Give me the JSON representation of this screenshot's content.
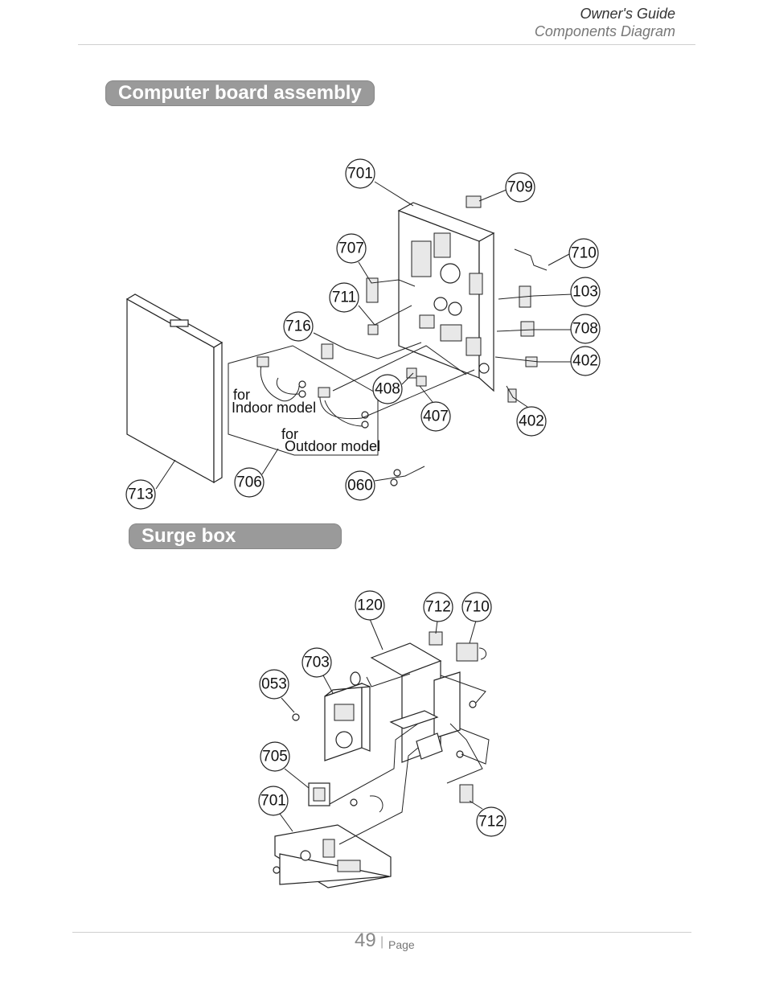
{
  "header": {
    "title": "Owner's Guide",
    "subtitle": "Components Diagram"
  },
  "sections": [
    {
      "title": "Computer board assembly"
    },
    {
      "title": "Surge box assembly"
    }
  ],
  "computer_board": {
    "callouts": {
      "c701": "701",
      "c709": "709",
      "c707": "707",
      "c710": "710",
      "c711": "711",
      "c103": "103",
      "c716": "716",
      "c708": "708",
      "c402a": "402",
      "c408": "408",
      "c407": "407",
      "c402b": "402",
      "c713": "713",
      "c706": "706",
      "c060": "060"
    },
    "notes": {
      "indoor_for": "for",
      "indoor_model": "Indoor model",
      "outdoor_for": "for",
      "outdoor_model": "Outdoor model"
    }
  },
  "surge_box": {
    "callouts": {
      "c120": "120",
      "c712a": "712",
      "c710": "710",
      "c703": "703",
      "c053": "053",
      "c705": "705",
      "c701": "701",
      "c712b": "712"
    }
  },
  "footer": {
    "page_number": "49",
    "separator": "|",
    "page_label": "Page"
  }
}
